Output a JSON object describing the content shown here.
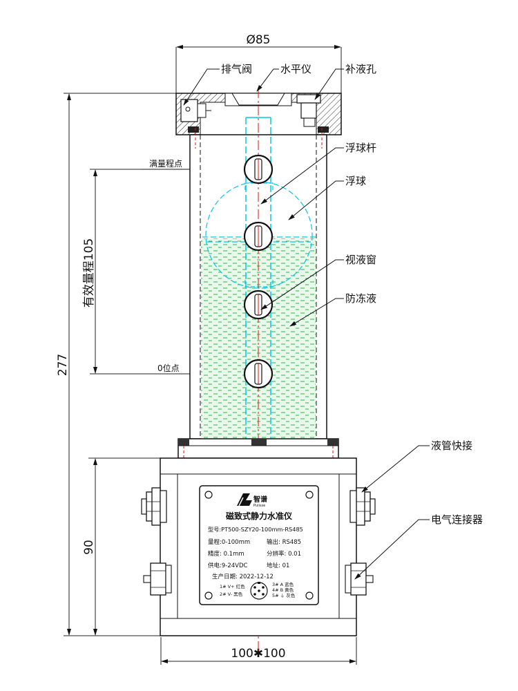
{
  "dimensions": {
    "top_diameter": "Ø85",
    "total_height": "277",
    "effective_range": "有效量程105",
    "base_height": "90",
    "base_size": "100✱100"
  },
  "labels": {
    "vent_valve": "排气阀",
    "level": "水平仪",
    "fill_hole": "补液孔",
    "float_rod": "浮球杆",
    "float_ball": "浮球",
    "sight_window": "视液窗",
    "antifreeze": "防冻液",
    "full_scale_point": "满量程点",
    "zero_point": "0位点",
    "quick_connector": "液管快接",
    "electrical_connector": "电气连接器"
  },
  "nameplate": {
    "brand": "智谱",
    "brand_sub": "Pulisse",
    "title": "磁致式静力水准仪",
    "model": "型号:PT500-SZY20-100mm-RS485",
    "range": "量程:0-100mm",
    "output": "输出: RS485",
    "accuracy": "精度: 0.1mm",
    "resolution": "分辨率: 0.01",
    "power": "供电:9-24VDC",
    "address": "地址: 01",
    "date": "生产日期:  2022-12-12",
    "pins": {
      "p1": "1# V+ 红色",
      "p2": "2# V- 黑色",
      "p3": "3# A 蓝色",
      "p4": "4# B 黄色",
      "p5": "5# ⏚ 灰色"
    }
  },
  "colors": {
    "fluid": "#2db34a",
    "fluid_fill": "#e7f7e8",
    "cyan": "#00c8e8",
    "red": "#e01010"
  }
}
